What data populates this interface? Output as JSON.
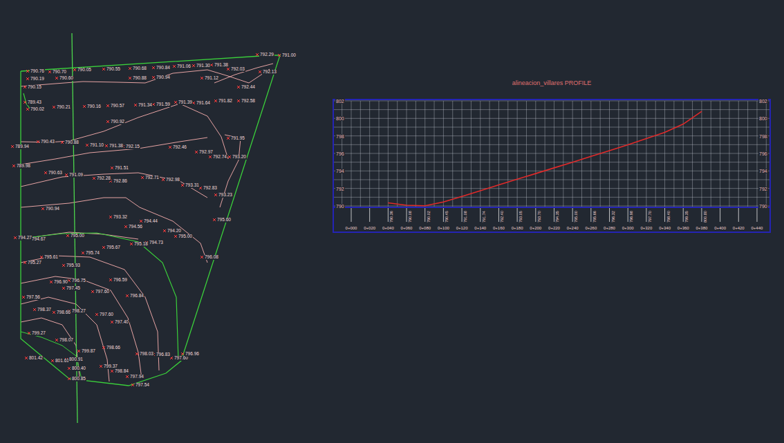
{
  "diagram": {
    "nodes": [
      {
        "text": [
          "alineacion_villares PROFILE"
        ]
      }
    ],
    "labels": [
      "802",
      "800",
      "798",
      "796",
      "794",
      "792",
      "790",
      "802",
      "800",
      "798",
      "796",
      "794",
      "792",
      "790",
      "0+000",
      "0+020",
      "0+040",
      "0+060",
      "0+080",
      "0+100",
      "0+120",
      "0+140",
      "0+160",
      "0+180",
      "0+200",
      "0+220",
      "0+240",
      "0+260",
      "0+280",
      "0+300",
      "0+320",
      "0+340",
      "0+360",
      "0+380",
      "0+400",
      "0+420",
      "0+440",
      "790.36",
      "790.08",
      "790.02",
      "790.45",
      "791.08",
      "791.74",
      "792.40",
      "793.05",
      "793.70",
      "794.35",
      "795.00",
      "795.66",
      "796.32",
      "796.98",
      "797.70",
      "798.40",
      "799.35",
      "800.80",
      "790.76",
      "790.70",
      "790.05",
      "790.55",
      "790.68",
      "790.84",
      "791.06",
      "791.30",
      "791.38",
      "792.29",
      "791.00",
      "790.19",
      "790.60",
      "790.88",
      "790.94",
      "791.12",
      "792.03",
      "792.13",
      "792.44",
      "790.15",
      "789.43",
      "790.02",
      "790.21",
      "790.16",
      "790.57",
      "791.34",
      "791.59",
      "791.39",
      "791.64",
      "791.82",
      "792.58",
      "790.92",
      "789.94",
      "790.43",
      "790.88",
      "791.10",
      "791.38",
      "792.15",
      "792.46",
      "792.97",
      "792.74",
      "791.95",
      "793.20",
      "789.98",
      "790.63",
      "791.09",
      "791.51",
      "792.28",
      "792.86",
      "792.71",
      "792.98",
      "793.31",
      "792.83",
      "793.23",
      "790.94",
      "793.32",
      "794.44",
      "794.56",
      "794.20",
      "795.00",
      "795.60",
      "794.27",
      "794.67",
      "795.00",
      "794.73",
      "795.18",
      "795.67",
      "795.74",
      "796.08",
      "795.27",
      "795.61",
      "795.93",
      "796.90",
      "796.75",
      "797.45",
      "797.60",
      "796.59",
      "796.84",
      "797.56",
      "798.37",
      "798.66",
      "798.27",
      "797.60",
      "797.40",
      "799.27",
      "798.07",
      "799.87",
      "798.66",
      "798.03",
      "796.83",
      "797.60",
      "796.96",
      "801.42",
      "801.61",
      "800.91",
      "800.40",
      "799.37",
      "798.84",
      "797.94",
      "797.54",
      "800.85"
    ]
  }
}
